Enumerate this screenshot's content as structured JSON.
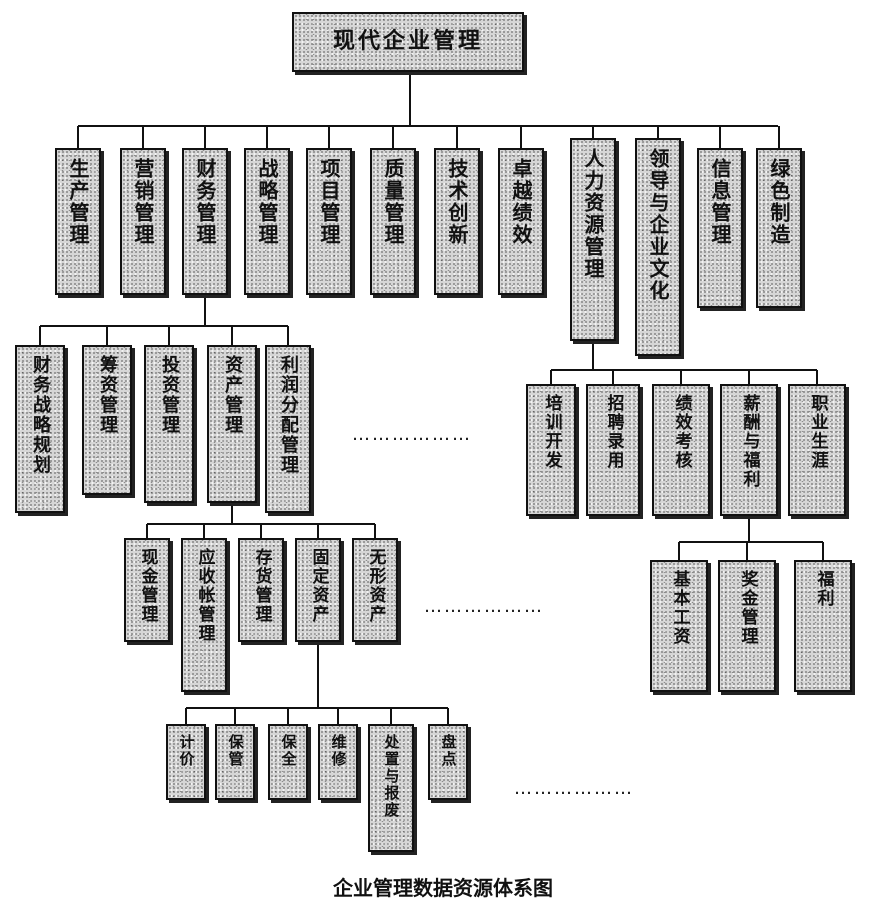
{
  "caption": "企业管理数据资源体系图",
  "root": "现代企业管理",
  "level1": [
    "生产管理",
    "营销管理",
    "财务管理",
    "战略管理",
    "项目管理",
    "质量管理",
    "技术创新",
    "卓越绩效",
    "人力资源管理",
    "领导与企业文化",
    "信息管理",
    "绿色制造"
  ],
  "finance": [
    "财务战略规划",
    "筹资管理",
    "投资管理",
    "资产管理",
    "利润分配管理"
  ],
  "assets": [
    "现金管理",
    "应收帐管理",
    "存货管理",
    "固定资产",
    "无形资产"
  ],
  "fixed_assets": [
    "计价",
    "保管",
    "保全",
    "维修",
    "处置与报废",
    "盘点"
  ],
  "hr": [
    "培训开发",
    "招聘录用",
    "绩效考核",
    "薪酬与福利",
    "职业生涯"
  ],
  "compensation": [
    "基本工资",
    "奖金管理",
    "福利"
  ],
  "ellipsis": "………………"
}
